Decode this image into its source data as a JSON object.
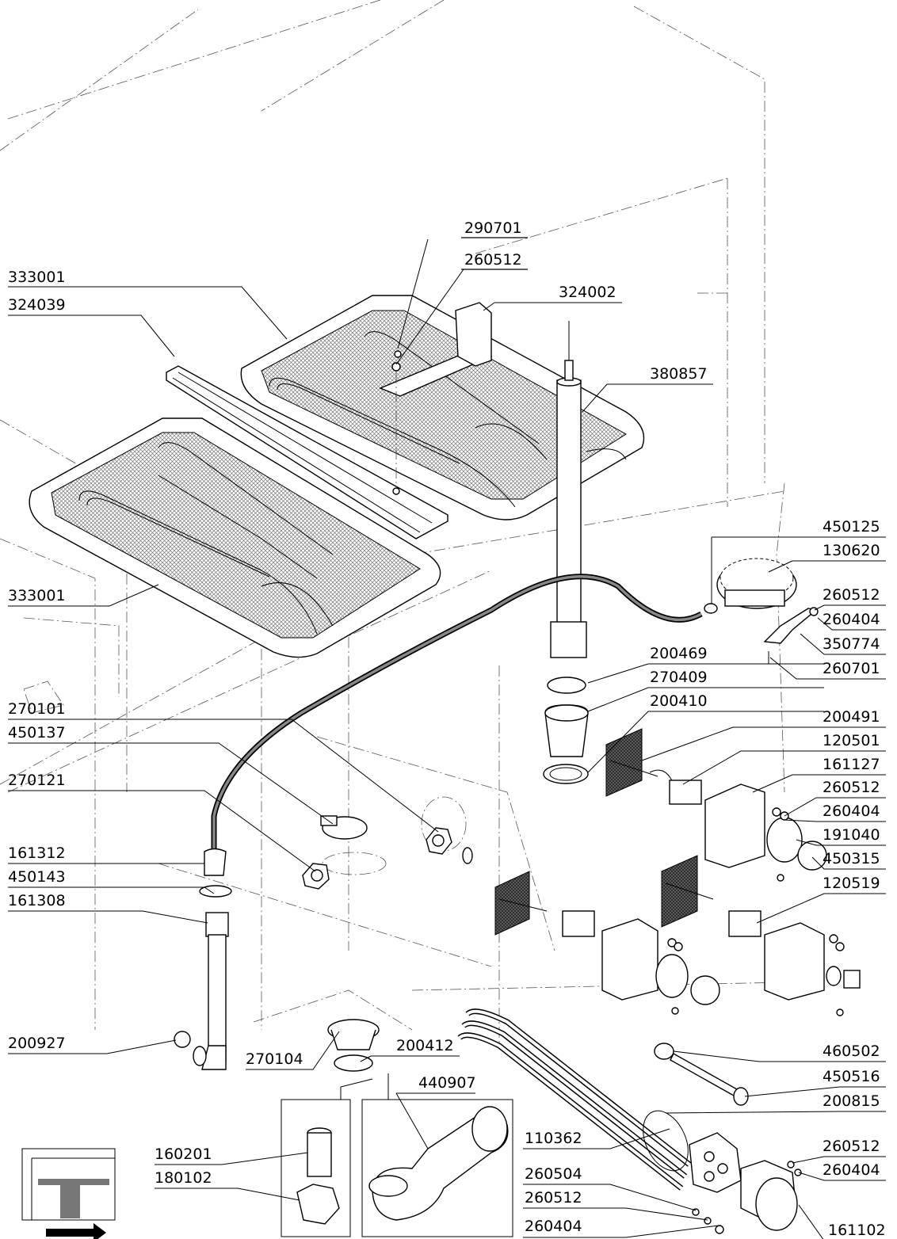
{
  "labels": {
    "l290701": "290701",
    "l260512_top": "260512",
    "l333001_top": "333001",
    "l324039": "324039",
    "l324002": "324002",
    "l380857": "380857",
    "l450125": "450125",
    "l130620": "130620",
    "l260512_r1": "260512",
    "l260404_r1": "260404",
    "l350774": "350774",
    "l260701": "260701",
    "l333001_mid": "333001",
    "l200469": "200469",
    "l270409": "270409",
    "l200410": "200410",
    "l270101": "270101",
    "l450137": "450137",
    "l200491": "200491",
    "l120501": "120501",
    "l161127": "161127",
    "l270121": "270121",
    "l260512_r2": "260512",
    "l260404_r2": "260404",
    "l191040": "191040",
    "l161312": "161312",
    "l450315": "450315",
    "l450143": "450143",
    "l120519": "120519",
    "l161308": "161308",
    "l200927": "200927",
    "l460502": "460502",
    "l270104": "270104",
    "l200412": "200412",
    "l450516": "450516",
    "l440907": "440907",
    "l200815": "200815",
    "l110362": "110362",
    "l160201": "160201",
    "l260512_r3": "260512",
    "l180102": "180102",
    "l260504": "260504",
    "l260404_r3": "260404",
    "l260512_b": "260512",
    "l161102": "161102",
    "l260404_b": "260404"
  }
}
